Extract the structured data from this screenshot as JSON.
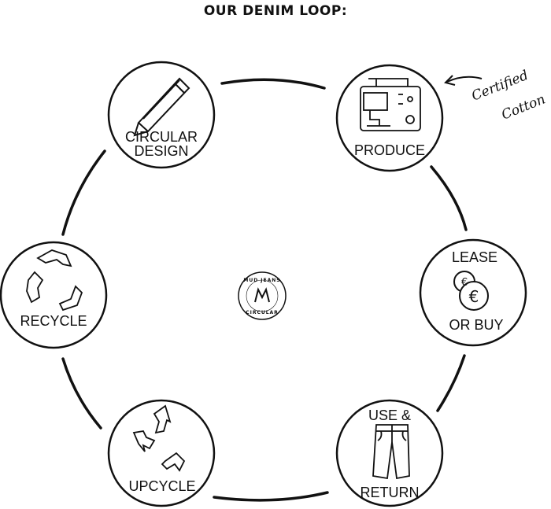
{
  "title": "OUR DENIM LOOP:",
  "stages": {
    "design": {
      "line1": "CIRCULAR",
      "line2": "DESIGN",
      "icon": "pencil-icon"
    },
    "produce": {
      "label": "PRODUCE",
      "icon": "sewing-machine-icon"
    },
    "lease": {
      "line1": "LEASE",
      "line2": "OR BUY",
      "icon": "euro-coins-icon"
    },
    "use": {
      "line1": "USE &",
      "line2": "RETURN",
      "icon": "jeans-icon"
    },
    "upcycle": {
      "label": "UPCYCLE",
      "icon": "recycle-arrows-icon"
    },
    "recycle": {
      "label": "RECYCLE",
      "icon": "recycle-arrows-icon"
    }
  },
  "annotation": {
    "line1": "Certified",
    "line2": "Cotton"
  },
  "logo": {
    "top": "MUD JEANS",
    "bottom": "CIRCULAR",
    "mark": "M"
  },
  "colors": {
    "stroke": "#111111",
    "background": "#ffffff"
  }
}
